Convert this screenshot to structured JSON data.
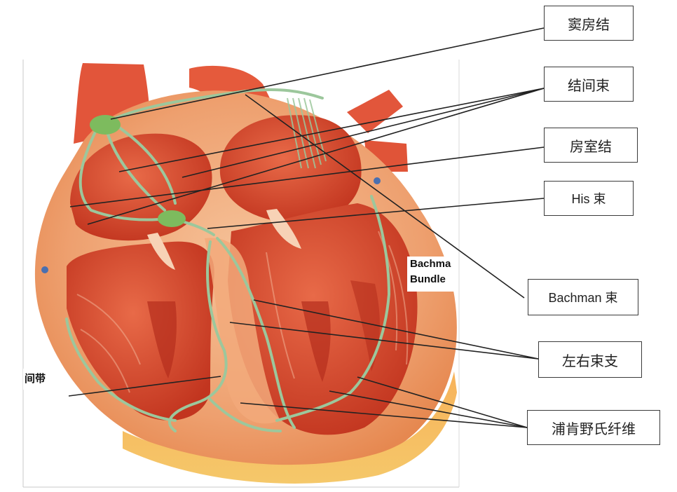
{
  "labels": {
    "sa_node": "窦房结",
    "internodal": "结间束",
    "av_node": "房室结",
    "his": "His 束",
    "bachman": "Bachman 束",
    "bundle_branches": "左右束支",
    "purkinje": "浦肯野氏纤维",
    "bachmann_inset_line1": "Bachma",
    "bachmann_inset_line2": "Bundle",
    "moderator_band_fragment": "间带"
  },
  "colors": {
    "muscle": "#d9472b",
    "wall": "#f0a070",
    "conduction": "#9cc79c",
    "node": "#7dbb5e"
  }
}
